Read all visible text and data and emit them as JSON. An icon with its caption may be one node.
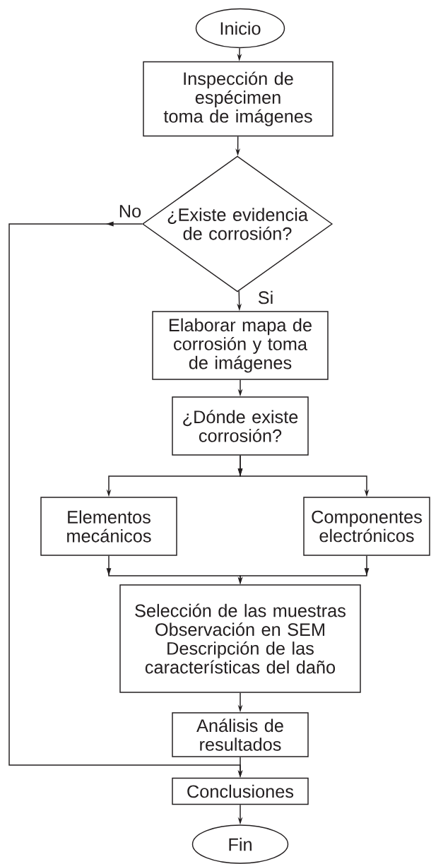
{
  "diagram": {
    "nodes": [
      {
        "text": [
          "Inicio"
        ]
      },
      {
        "text": [
          "Inspección de espécimen",
          "toma de imágenes"
        ]
      },
      {
        "text": [
          "¿Existe evidencia de corrosión?"
        ]
      },
      {
        "text": [
          "Elaborar mapa de corrosión y toma de imágenes"
        ]
      },
      {
        "text": [
          "¿Dónde existe corrosión?"
        ]
      },
      {
        "text": [
          "Elementos mecánicos"
        ]
      },
      {
        "text": [
          "Componentes electrónicos"
        ]
      },
      {
        "text": [
          "Selección de las muestras",
          "Observación en SEM",
          "Descripción de las características del daño"
        ]
      },
      {
        "text": [
          "Análisis de resultados"
        ]
      },
      {
        "text": [
          "Conclusiones"
        ]
      },
      {
        "text": [
          "Fin"
        ]
      }
    ],
    "edges": [
      {
        "from": 0,
        "to": 1,
        "arrow": "to"
      },
      {
        "from": 1,
        "to": 2,
        "arrow": "to"
      },
      {
        "from": 2,
        "to": 3,
        "arrow": "to",
        "label": "Si"
      },
      {
        "from": 2,
        "to": 9,
        "arrow": "to",
        "label": "No"
      },
      {
        "from": 3,
        "to": 4,
        "arrow": "to"
      },
      {
        "from": 4,
        "to": 5,
        "arrow": "to"
      },
      {
        "from": 4,
        "to": 6,
        "arrow": "to"
      },
      {
        "from": 5,
        "to": 7,
        "arrow": "to"
      },
      {
        "from": 6,
        "to": 7,
        "arrow": "to"
      },
      {
        "from": 7,
        "to": 8,
        "arrow": "to"
      },
      {
        "from": 8,
        "to": 9,
        "arrow": "to"
      },
      {
        "from": 9,
        "to": 10,
        "arrow": "to"
      }
    ]
  }
}
